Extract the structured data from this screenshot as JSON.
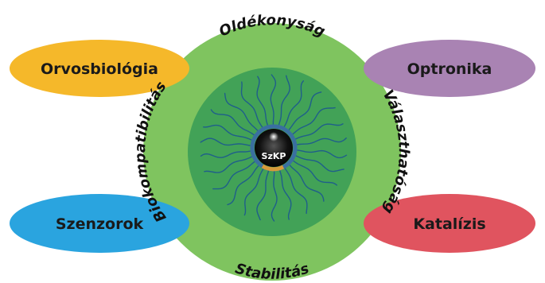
{
  "diagram": {
    "applications": [
      {
        "id": "biomed",
        "label": "Orvosbiológia",
        "color": "#f5b82a"
      },
      {
        "id": "optronic",
        "label": "Optronika",
        "color": "#a983b3"
      },
      {
        "id": "sensors",
        "label": "Szenzorok",
        "color": "#2aa4df"
      },
      {
        "id": "catalysis",
        "label": "Katalízis",
        "color": "#e0545f"
      }
    ],
    "properties": {
      "top": "Oldékonyság",
      "right": "Választhatóság",
      "bottom": "Stabilitás",
      "left": "Biokompatibilitás"
    },
    "core_label": "SzKP",
    "colors": {
      "outer_ring": "#7fc45f",
      "inner_disc": "#42a257",
      "ligand": "#1f5f8a",
      "shell": "#3a6fa0",
      "core": "#0d0d0d"
    }
  }
}
